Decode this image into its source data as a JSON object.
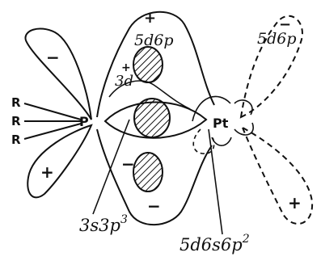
{
  "atoms": {
    "phosphorus": "P",
    "platinum": "Pt",
    "substituents": [
      "R",
      "R",
      "R"
    ]
  },
  "orbital_labels": {
    "upper_5d6p": "5d6p",
    "dashed_5d6p": "5d6p",
    "p_3d": "3d",
    "p_hybrid_base": "3s3p",
    "p_hybrid_exp": "3",
    "pt_hybrid_base": "5d6s6p",
    "pt_hybrid_exp": "2"
  },
  "signs": {
    "p_upper_lobe": "−",
    "p_lower_lobe": "+",
    "d_top_lobe": "+",
    "d_3d_lobe": "+",
    "d_lower_lobe": "−",
    "d_bottom_lobe": "−",
    "dashed_upper_lobe": "−",
    "dashed_lower_lobe": "+"
  },
  "colors": {
    "ink": "#111111",
    "paper": "#ffffff"
  }
}
